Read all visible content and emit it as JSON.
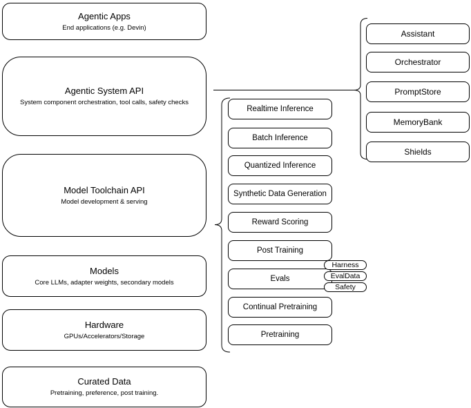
{
  "colors": {
    "background": "#ffffff",
    "stroke": "#000000",
    "text": "#000000"
  },
  "left_stack": [
    {
      "title": "Agentic Apps",
      "subtitle": "End applications (e.g. Devin)"
    },
    {
      "title": "Agentic System API",
      "subtitle": "System component orchestration, tool calls, safety checks"
    },
    {
      "title": "Model Toolchain API",
      "subtitle": "Model development & serving"
    },
    {
      "title": "Models",
      "subtitle": "Core LLMs, adapter weights, secondary models"
    },
    {
      "title": "Hardware",
      "subtitle": "GPUs/Accelerators/Storage"
    },
    {
      "title": "Curated Data",
      "subtitle": "Pretraining, preference, post training."
    }
  ],
  "toolchain_items": [
    "Realtime Inference",
    "Batch Inference",
    "Quantized Inference",
    "Synthetic Data Generation",
    "Reward Scoring",
    "Post Training",
    "Evals",
    "Continual Pretraining",
    "Pretraining"
  ],
  "evals_tags": [
    "Harness",
    "EvalData",
    "Safety"
  ],
  "system_items": [
    "Assistant",
    "Orchestrator",
    "PromptStore",
    "MemoryBank",
    "Shields"
  ]
}
